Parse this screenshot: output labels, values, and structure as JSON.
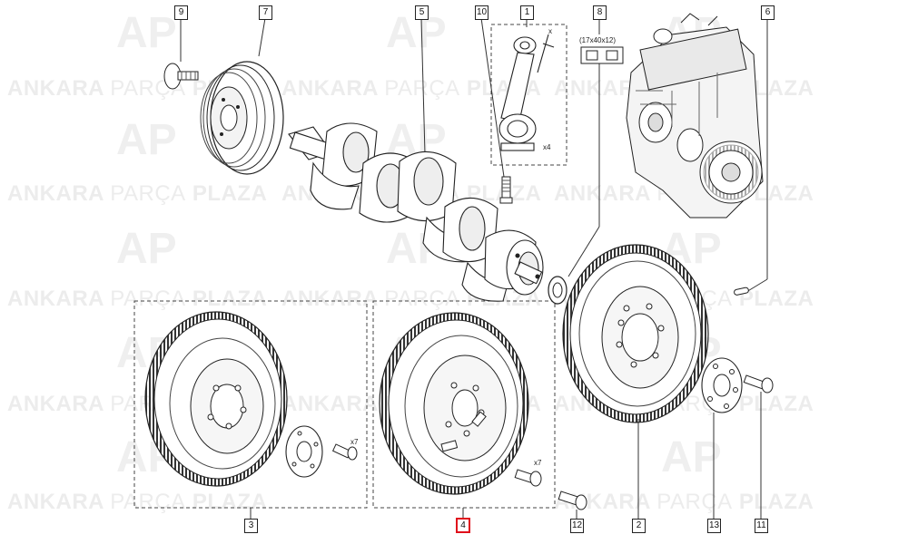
{
  "watermark": {
    "word1": "ANKARA",
    "word2": "PARÇA",
    "word3": "PLAZA"
  },
  "callouts": {
    "c1": "1",
    "c2": "2",
    "c3": "3",
    "c4": "4",
    "c5": "5",
    "c6": "6",
    "c7": "7",
    "c8": "8",
    "c9": "9",
    "c10": "10",
    "c11": "11",
    "c12": "12",
    "c13": "13"
  },
  "selected_callout": "4",
  "notes": {
    "bearing_size": "(17x40x12)",
    "rod_qty": "x4",
    "bolt_qty_a": "x7",
    "bolt_qty_b": "x7",
    "axis_x": "x"
  },
  "colors": {
    "selected": "#e0101c",
    "line": "#222222",
    "watermark": "#ececec"
  }
}
